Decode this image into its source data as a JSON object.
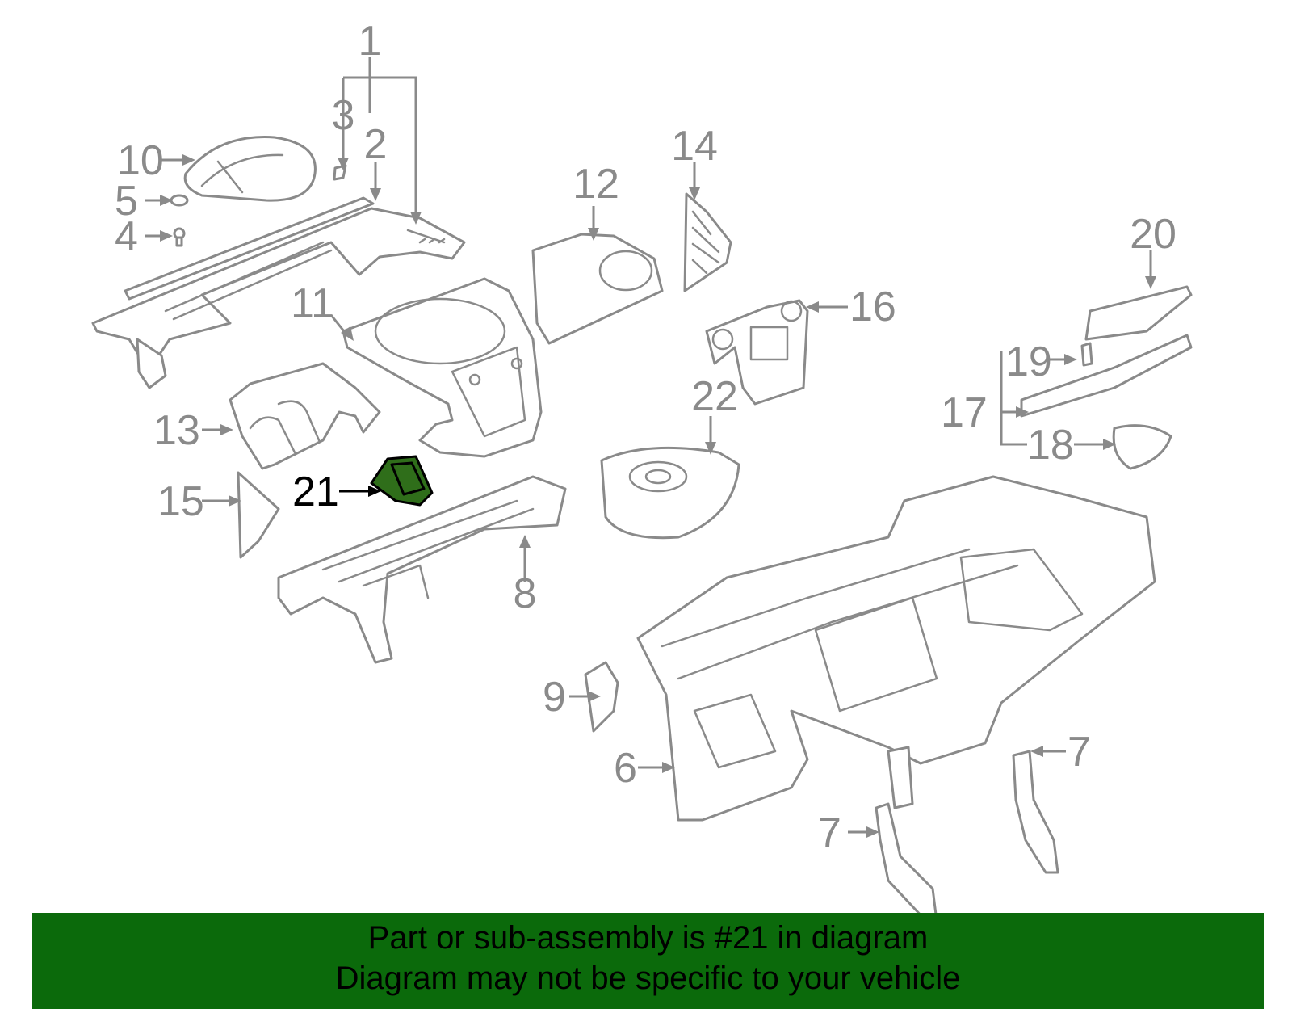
{
  "callouts": {
    "c1": "1",
    "c2": "2",
    "c3": "3",
    "c4": "4",
    "c5": "5",
    "c6": "6",
    "c7a": "7",
    "c7b": "7",
    "c8": "8",
    "c9": "9",
    "c10": "10",
    "c11": "11",
    "c12": "12",
    "c13": "13",
    "c14": "14",
    "c15": "15",
    "c16": "16",
    "c17": "17",
    "c18": "18",
    "c19": "19",
    "c20": "20",
    "c21": "21",
    "c22": "22"
  },
  "highlighted_part": "21",
  "footer": {
    "line1": "Part or sub-assembly is #21 in diagram",
    "line2": "Diagram may not be specific to your vehicle"
  },
  "colors": {
    "line_gray": "#8a8a8a",
    "highlight_green": "#2f6e1a",
    "footer_green": "#0b6a0b"
  }
}
